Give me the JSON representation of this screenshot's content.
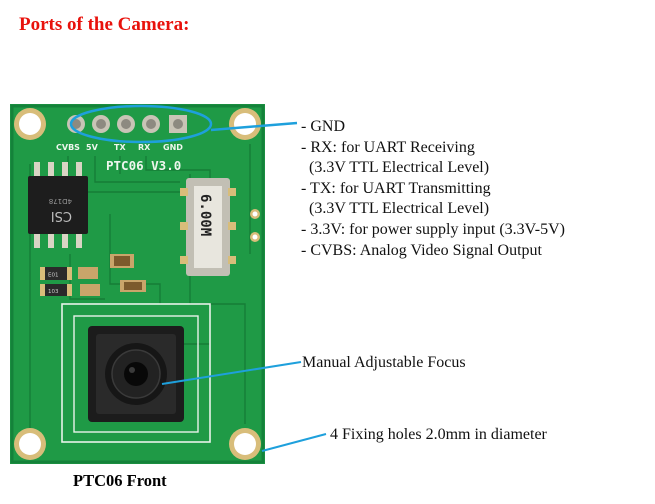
{
  "page": {
    "title": "Ports of the Camera:",
    "caption": "PTC06 Front"
  },
  "board": {
    "model_label": "PTC06 V3.0",
    "pin_labels": [
      "CVBS",
      "5V",
      "TX",
      "RX",
      "GND"
    ],
    "crystal_label": "6.00M",
    "chip_label": "CSI",
    "chip_sub_label": "4D178",
    "small_labels": [
      "E01",
      "103"
    ],
    "colors": {
      "pcb": "#1f9a46",
      "pcb_dark": "#137a33",
      "gold": "#d8bd7a",
      "annotation": "#1ea0dc",
      "title": "#e8120c"
    }
  },
  "ports": {
    "lines": [
      "- GND",
      "- RX: for UART Receiving",
      "  (3.3V TTL Electrical Level)",
      "- TX: for UART Transmitting",
      "  (3.3V TTL Electrical Level)",
      "- 3.3V: for power supply input (3.3V-5V)",
      "- CVBS: Analog Video Signal Output"
    ]
  },
  "annotations": {
    "focus": "Manual Adjustable Focus",
    "holes": "4 Fixing holes 2.0mm in diameter"
  }
}
